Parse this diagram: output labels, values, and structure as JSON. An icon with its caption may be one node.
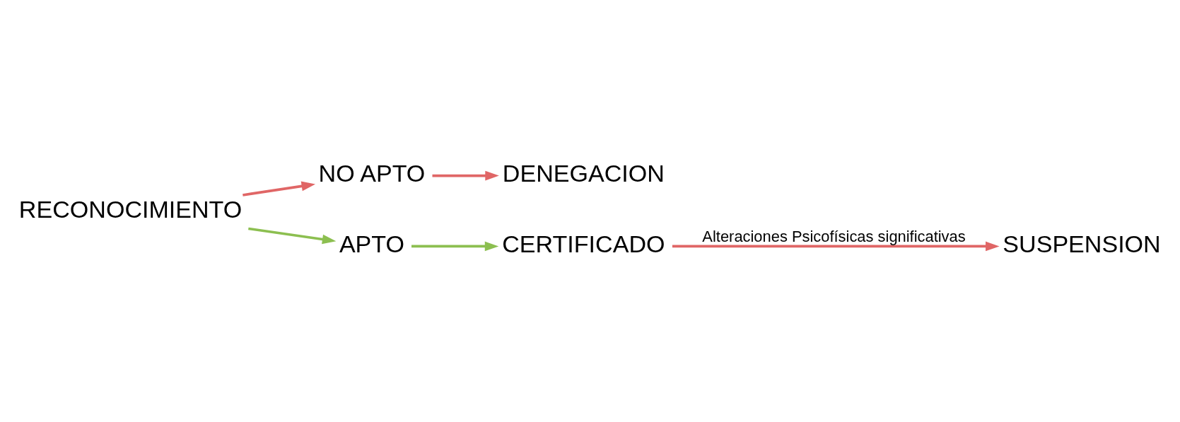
{
  "diagram": {
    "nodes": [
      {
        "text": [
          "RECONOCIMIENTO"
        ]
      },
      {
        "text": [
          "NO APTO"
        ]
      },
      {
        "text": [
          "DENEGACION"
        ]
      },
      {
        "text": [
          "APTO"
        ]
      },
      {
        "text": [
          "CERTIFICADO"
        ]
      },
      {
        "text": [
          "SUSPENSION"
        ]
      }
    ],
    "edges": [
      {
        "from": 0,
        "to": 1,
        "arrow": "to"
      },
      {
        "from": 0,
        "to": 3,
        "arrow": "to",
        "color": "#8cbf50"
      },
      {
        "from": 1,
        "to": 2,
        "arrow": "to"
      },
      {
        "from": 3,
        "to": 4,
        "arrow": "to",
        "color": "#8cbf50"
      },
      {
        "from": 4,
        "to": 5,
        "arrow": "to",
        "label": "Alteraciones Psicofísicas significativas"
      }
    ]
  }
}
